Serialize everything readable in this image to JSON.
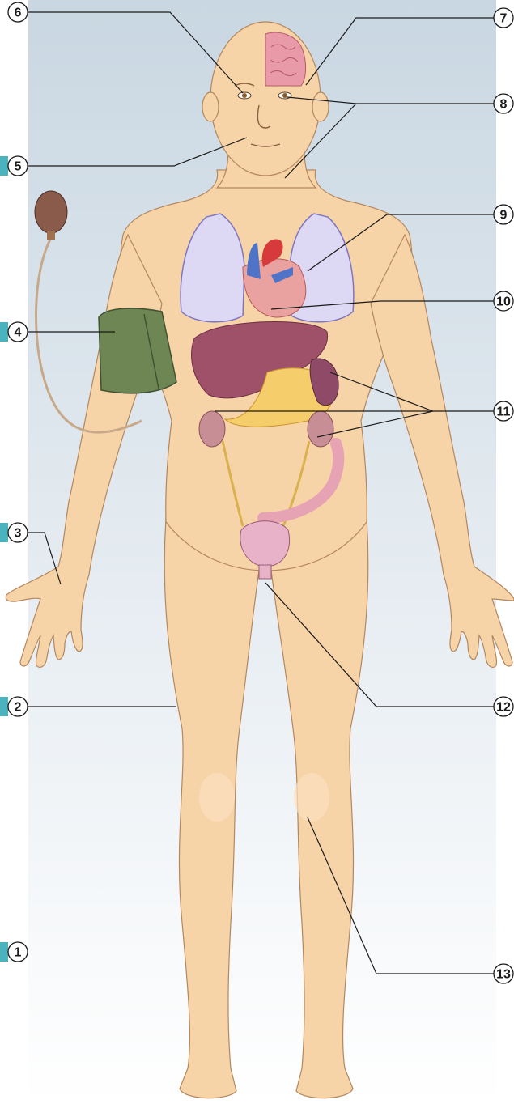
{
  "figure": {
    "background_gradient": [
      "#c9d7e2",
      "#e7edf2",
      "#ffffff"
    ],
    "skin_color": "#f7d3a8",
    "skin_outline": "#b4875e",
    "lung_color": "#ddd8f3",
    "heart_color": "#e9a2a0",
    "liver_color": "#a0516a",
    "cuff_color": "#6e8654",
    "bulb_color": "#8a5a4b",
    "brain_color": "#e89aa8",
    "tab_color": "#4bb3bd"
  },
  "callouts": [
    {
      "number": "1"
    },
    {
      "number": "2"
    },
    {
      "number": "3"
    },
    {
      "number": "4"
    },
    {
      "number": "5"
    },
    {
      "number": "6"
    },
    {
      "number": "7"
    },
    {
      "number": "8"
    },
    {
      "number": "9"
    },
    {
      "number": "10"
    },
    {
      "number": "11"
    },
    {
      "number": "12"
    },
    {
      "number": "13"
    }
  ]
}
